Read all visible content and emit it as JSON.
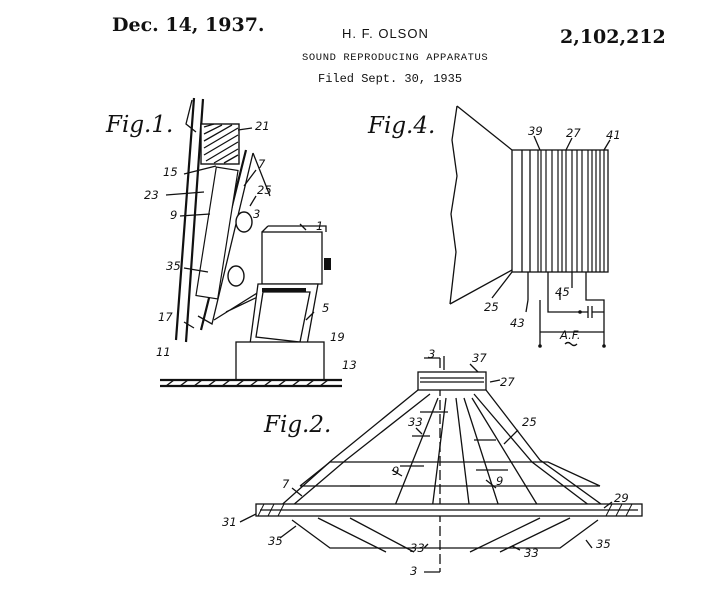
{
  "header": {
    "date": "Dec. 14, 1937.",
    "inventor": "H. F. OLSON",
    "patent_number": "2,102,212",
    "title": "SOUND REPRODUCING APPARATUS",
    "filed": "Filed Sept. 30, 1935"
  },
  "figures": {
    "fig1": {
      "label": "Fig.1.",
      "refs": [
        "21",
        "15",
        "7",
        "23",
        "25",
        "9",
        "3",
        "1",
        "35",
        "5",
        "17",
        "19",
        "11",
        "13"
      ]
    },
    "fig4": {
      "label": "Fig.4.",
      "refs": [
        "39",
        "27",
        "41",
        "25",
        "43",
        "45",
        "A.F."
      ]
    },
    "fig2": {
      "label": "Fig.2.",
      "refs": [
        "3",
        "37",
        "27",
        "33",
        "25",
        "9",
        "9",
        "7",
        "29",
        "31",
        "35",
        "33",
        "33",
        "35",
        "3"
      ]
    }
  }
}
